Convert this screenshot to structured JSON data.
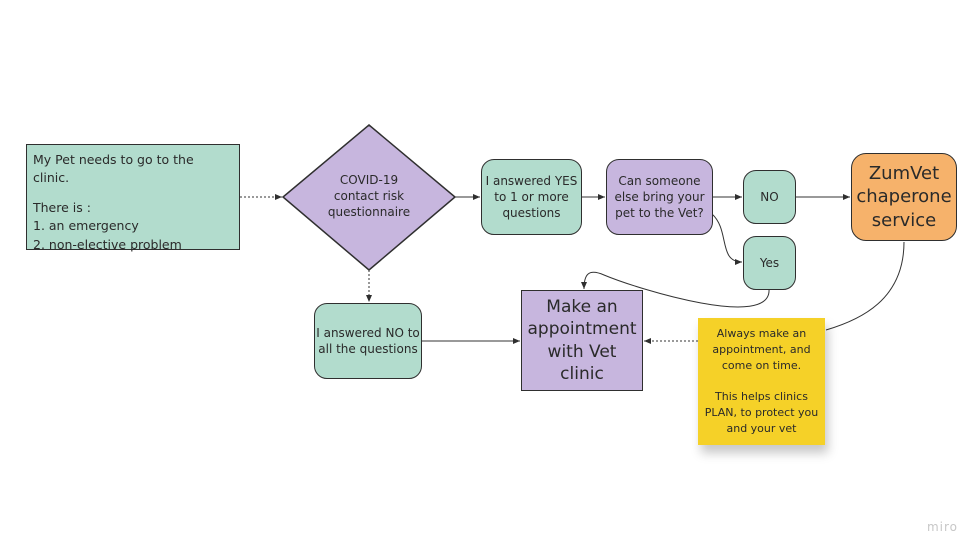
{
  "nodes": {
    "pet_clinic": {
      "line1": "My Pet needs to go to the clinic.",
      "line2": "There is :",
      "line3": "1. an emergency",
      "line4": "2. non-elective problem"
    },
    "covid_questionnaire": "COVID-19\ncontact risk\nquestionnaire",
    "answered_yes": "I answered YES\nto 1 or more\nquestions",
    "someone_else": "Can someone\nelse bring your\npet to the Vet?",
    "no": "NO",
    "yes": "Yes",
    "zumvet": "ZumVet\nchaperone\nservice",
    "answered_no": "I answered NO to\nall the questions",
    "appointment": "Make an\nappointment\nwith  Vet\nclinic"
  },
  "sticky_note": "Always make an\nappointment, and\ncome on time.\n\nThis helps clinics\nPLAN, to protect you\nand your vet",
  "watermark": "miro",
  "colors": {
    "green": "#b2dccd",
    "purple": "#c7b6de",
    "orange": "#f6b26b",
    "yellow": "#f5d128",
    "stroke": "#2f2f2f"
  }
}
